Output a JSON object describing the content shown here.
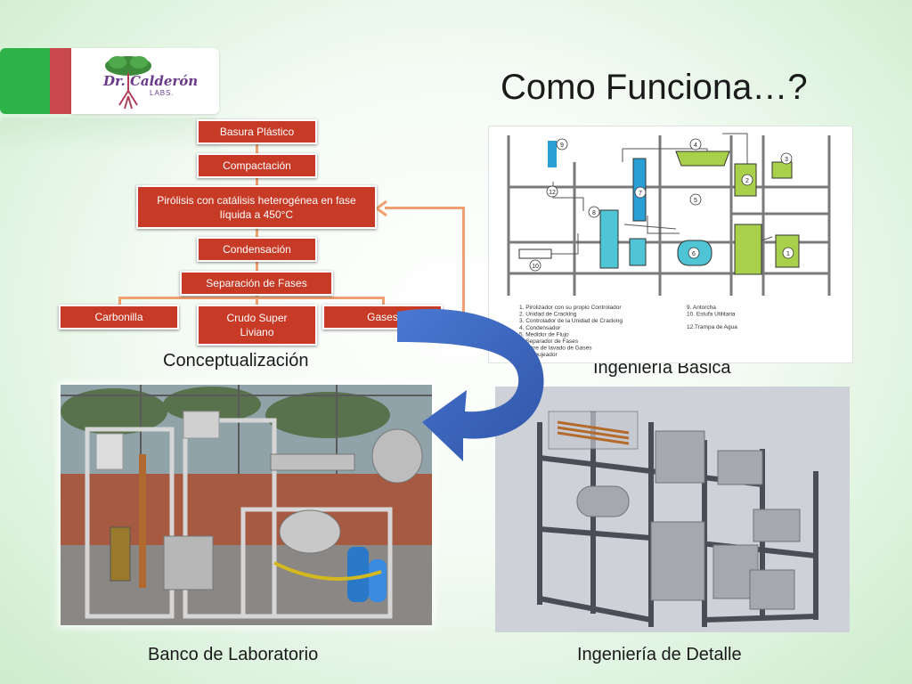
{
  "slide": {
    "title": "Como Funciona…?"
  },
  "logo": {
    "name": "Dr. Calderón",
    "sub": "LABS."
  },
  "flowchart": {
    "step1": "Basura Plástico",
    "step2": "Compactación",
    "step3_line1": "Pirólisis con catálisis heterogénea en fase",
    "step3_line2": "líquida a 450°C",
    "step4": "Condensación",
    "step5": "Separación de Fases",
    "out1": "Carbonilla",
    "out2_line1": "Crudo Super",
    "out2_line2": "Liviano",
    "out3": "Gases"
  },
  "captions": {
    "conceptualization": "Conceptualización",
    "basic_engineering": "Ingeniería Básica",
    "lab_bench": "Banco de Laboratorio",
    "detail_engineering": "Ingeniería de Detalle"
  },
  "schematic": {
    "labels": [
      "9",
      "7",
      "8",
      "12",
      "10",
      "4",
      "3",
      "5",
      "2",
      "6",
      "1"
    ],
    "legend_left": [
      "1. Pirolizador con su propio Controlador",
      "2. Unidad de Cracking",
      "3. Controlador de la Unidad de Cracking",
      "4. Condensador",
      "5. Medidor de Flujo",
      "6. Separador de Fases",
      "7. Torre de lavado de Gases",
      "8. Burbujeador"
    ],
    "legend_right": [
      "9. Antorcha",
      "10. Estufa Utilitaria",
      "12.Trampa de Agua"
    ]
  },
  "colors": {
    "flow_box": "#c63a26",
    "flow_connector": "#f0a070",
    "cycle_arrow": "#3f6bc4",
    "logo_green": "#2db34a",
    "logo_red": "#c9484c"
  }
}
